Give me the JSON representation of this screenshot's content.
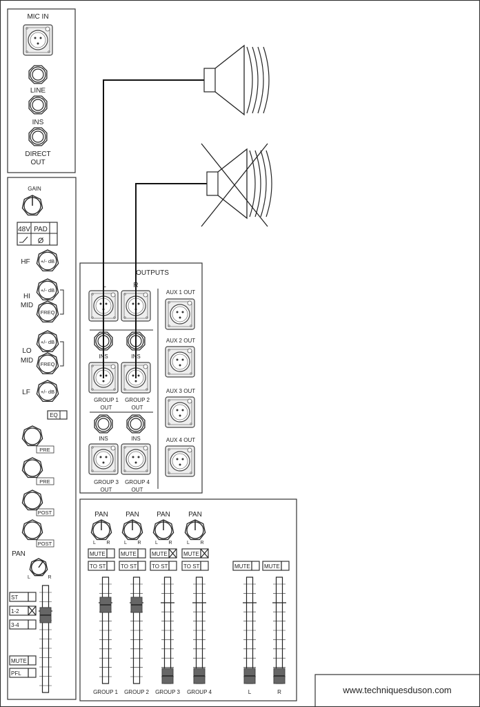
{
  "input_panel": {
    "mic_in": "MIC IN",
    "line": "LINE",
    "ins": "INS",
    "direct": "DIRECT",
    "out": "OUT"
  },
  "channel": {
    "gain": "GAIN",
    "switches": {
      "phantom": "48V",
      "pad": "PAD",
      "phase": "Ø"
    },
    "eq": {
      "hf": "HF",
      "hi": "HI",
      "lo": "LO",
      "mid": "MID",
      "lf": "LF",
      "gain_knob": "+/- dB",
      "freq_knob": "FREQ",
      "eq_button": "EQ"
    },
    "aux_labels": [
      "PRE",
      "PRE",
      "POST",
      "POST"
    ],
    "pan": "PAN",
    "pan_l": "L",
    "pan_r": "R",
    "routing": [
      {
        "label": "ST",
        "on": false
      },
      {
        "label": "1-2",
        "on": true
      },
      {
        "label": "3-4",
        "on": false
      }
    ],
    "mute": "MUTE",
    "pfl": "PFL"
  },
  "outputs": {
    "title": "OUTPUTS",
    "l": "L",
    "r": "R",
    "ins": "INS",
    "out": "OUT",
    "groups": [
      "GROUP 1",
      "GROUP 2",
      "GROUP 3",
      "GROUP 4"
    ],
    "aux": [
      "AUX 1 OUT",
      "AUX 2 OUT",
      "AUX 3 OUT",
      "AUX 4 OUT"
    ]
  },
  "master": {
    "pan": "PAN",
    "l": "L",
    "r": "R",
    "mute": "MUTE",
    "to_st": "TO ST",
    "groups": [
      {
        "label": "GROUP 1",
        "mute_on": false,
        "fader": 0.78
      },
      {
        "label": "GROUP 2",
        "mute_on": false,
        "fader": 0.78
      },
      {
        "label": "GROUP 3",
        "mute_on": true,
        "fader": 0.0
      },
      {
        "label": "GROUP 4",
        "mute_on": true,
        "fader": 0.0
      }
    ],
    "mains": [
      {
        "label": "L",
        "fader": 0.0
      },
      {
        "label": "R",
        "fader": 0.0
      }
    ]
  },
  "speakers": [
    {
      "state": "active"
    },
    {
      "state": "crossed-out"
    }
  ],
  "footer": {
    "website": "www.techniquesduson.com"
  }
}
